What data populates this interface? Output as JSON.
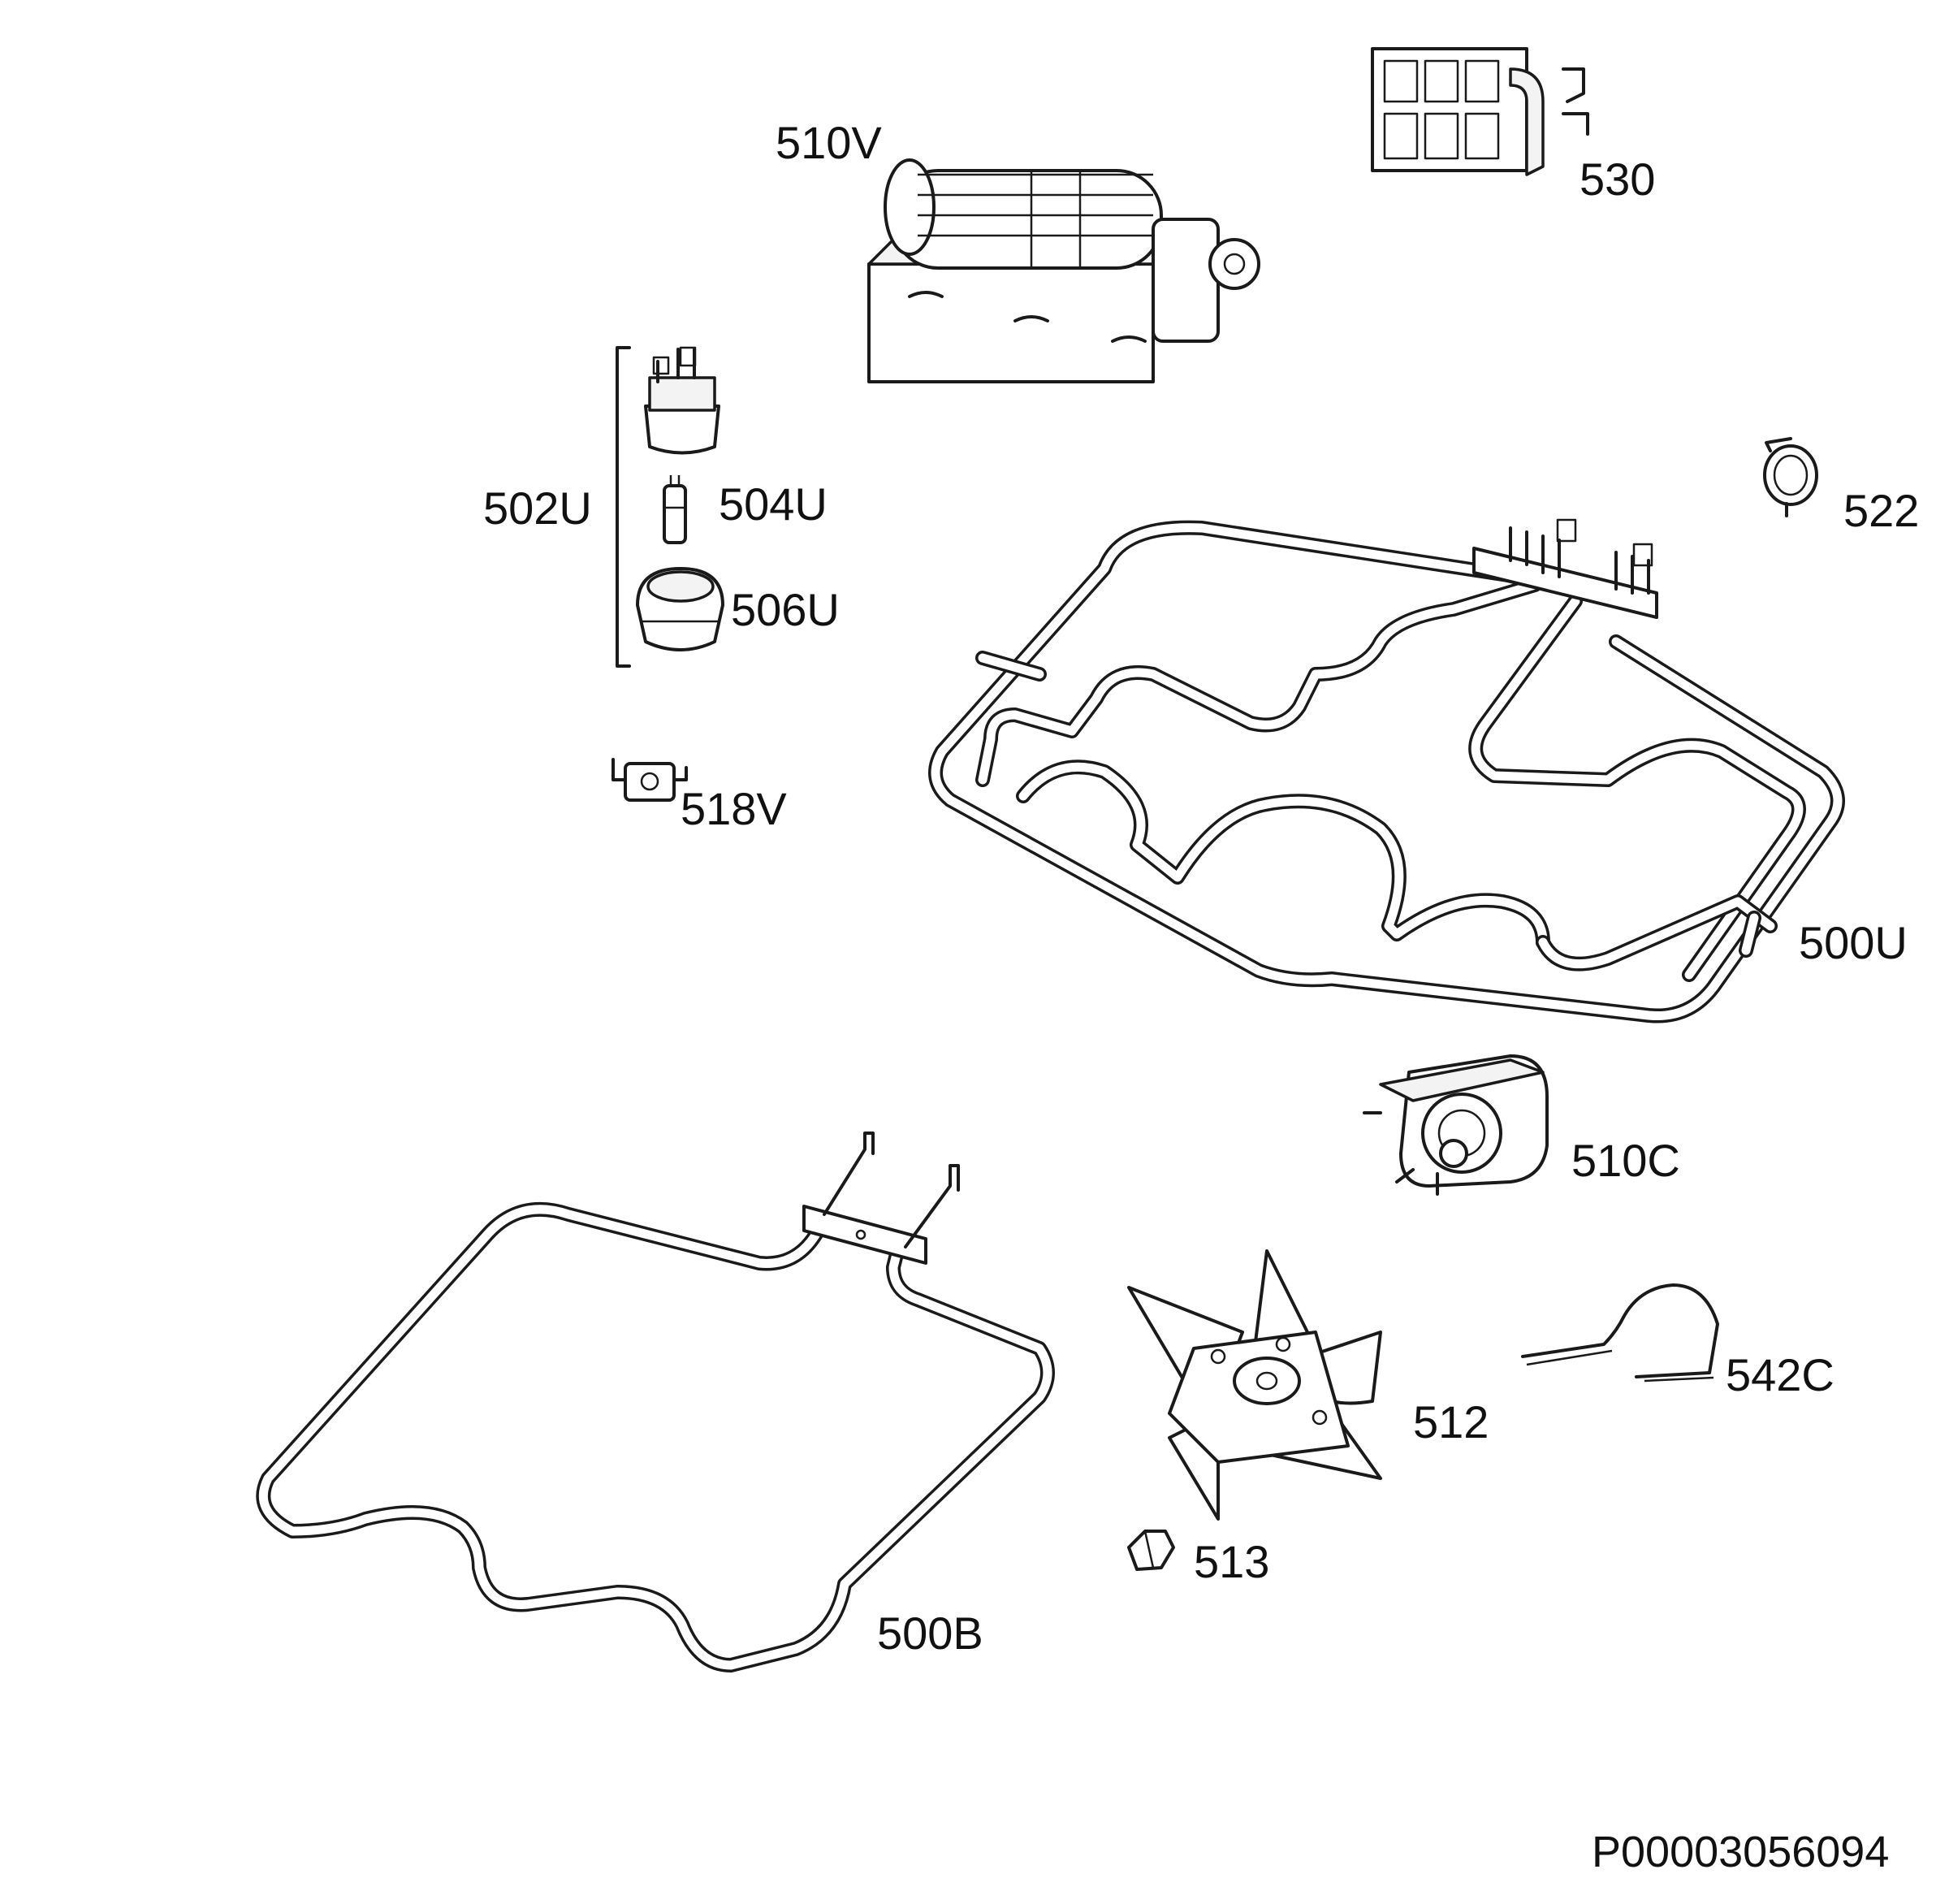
{
  "diagram": {
    "reference_code": "P00003056094",
    "parts": [
      {
        "id": "p510v",
        "label": "510V",
        "icon": "tangential-fan-icon"
      },
      {
        "id": "p530",
        "label": "530",
        "icon": "terminal-block-icon"
      },
      {
        "id": "p502u",
        "label": "502U",
        "icon": "lamp-assembly-bracket-icon"
      },
      {
        "id": "p504u",
        "label": "504U",
        "icon": "lamp-bulb-icon"
      },
      {
        "id": "p506u",
        "label": "506U",
        "icon": "lamp-cover-icon"
      },
      {
        "id": "p518v",
        "label": "518V",
        "icon": "thermostat-icon"
      },
      {
        "id": "p522",
        "label": "522",
        "icon": "clamp-ring-icon"
      },
      {
        "id": "p500u",
        "label": "500U",
        "icon": "top-heating-element-icon"
      },
      {
        "id": "p510c",
        "label": "510C",
        "icon": "fan-motor-icon"
      },
      {
        "id": "p500b",
        "label": "500B",
        "icon": "bottom-heating-element-icon"
      },
      {
        "id": "p512",
        "label": "512",
        "icon": "fan-blade-icon"
      },
      {
        "id": "p513",
        "label": "513",
        "icon": "nut-icon"
      },
      {
        "id": "p542c",
        "label": "542C",
        "icon": "spring-clip-icon"
      }
    ]
  }
}
